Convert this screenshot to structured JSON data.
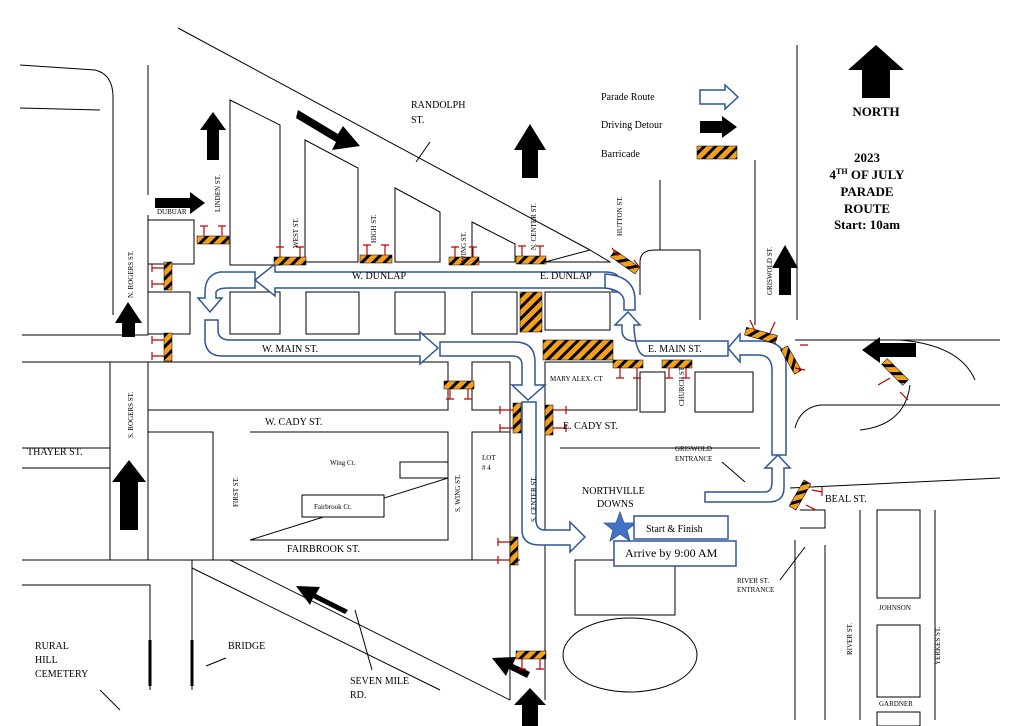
{
  "legend": {
    "parade_route": "Parade Route",
    "driving_detour": "Driving Detour",
    "barricade": "Barricade"
  },
  "north": "NORTH",
  "title": {
    "year": "2023",
    "line2_num": "4",
    "line2_sup": "TH",
    "line2_rest": " OF JULY",
    "line3": "PARADE",
    "line4": "ROUTE",
    "line5": "Start: 10am"
  },
  "streets": {
    "randolph_1": "RANDOLPH",
    "randolph_2": "ST.",
    "w_dunlap": "W. DUNLAP",
    "e_dunlap": "E. DUNLAP",
    "w_main": "W. MAIN ST.",
    "e_main": "E. MAIN ST.",
    "mary_alex": "MARY ALEX. CT",
    "church": "CHURCH ST",
    "w_cady": "W. CADY ST.",
    "e_cady": "E. CADY ST.",
    "thayer": "THAYER ST.",
    "fairbrook_st": "FAIRBROOK ST.",
    "fairbrook_ct": "Fairbrook Ct.",
    "wing_ct": "Wing Ct.",
    "first": "FIRST ST.",
    "s_wing": "S. WING ST.",
    "s_center": "S. CENTER ST.",
    "n_center": "N. CENTER ST.",
    "wing": "WING ST.",
    "high": "HIGH ST.",
    "west": "WEST ST.",
    "linden": "LINDEN ST.",
    "dubuar": "DUBUAR",
    "n_rogers": "N. ROGERS ST.",
    "s_rogers": "S. ROGERS ST.",
    "hutton": "HUTTON ST.",
    "griswold": "GRISWOLD ST.",
    "griswold_ent_1": "GRISWOLD",
    "griswold_ent_2": "ENTRANCE",
    "beal": "BEAL ST.",
    "river_ent_1": "RIVER ST.",
    "river_ent_2": "ENTRANCE",
    "river": "RIVER ST.",
    "yerkes": "YERKES ST.",
    "johnson": "JOHNSON",
    "gardner": "GARDNER",
    "seven_mile_1": "SEVEN MILE",
    "seven_mile_2": "RD.",
    "lot_1": "LOT",
    "lot_2": "# 4"
  },
  "places": {
    "northville_1": "NORTHVILLE",
    "northville_2": "DOWNS",
    "start_finish": "Start & Finish",
    "arrive": "Arrive by 9:00 AM",
    "cemetery_1": "RURAL",
    "cemetery_2": "HILL",
    "cemetery_3": "CEMETERY",
    "bridge": "BRIDGE"
  },
  "colors": {
    "route_outline": "#2f5597",
    "barricade_orange": "#f4a01c",
    "barricade_stripe": "#000000",
    "leg_red": "#c00000",
    "star": "#4472c4"
  }
}
